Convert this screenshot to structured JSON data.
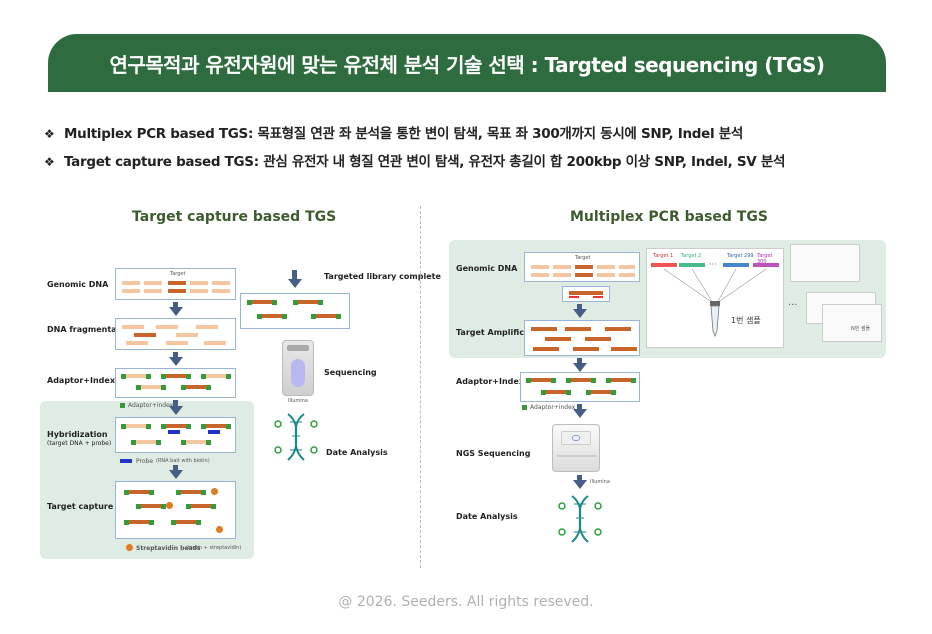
{
  "header": {
    "title": "연구목적과 유전자원에 맞는 유전체 분석 기술 선택 : Targted sequencing (TGS)"
  },
  "bullets": [
    {
      "mark": "❖",
      "text": "Multiplex PCR based TGS: 목표형질 연관 좌 분석을 통한 변이 탐색, 목표 좌 300개까지 동시에 SNP, Indel 분석"
    },
    {
      "mark": "❖",
      "text": "Target capture based TGS: 관심 유전자 내 형질 연관 변이 탐색, 유전자 총길이 합 200kbp 이상 SNP, Indel, SV 분석"
    }
  ],
  "left_panel": {
    "title": "Target capture based TGS",
    "steps": {
      "genomic": "Genomic DNA",
      "fragmentation": "DNA fragmentation",
      "adaptor": "Adaptor+Index ligation",
      "hybrid": "Hybridization",
      "hybrid_sub": "(target DNA + probe)",
      "capture": "Target capture & wash",
      "library": "Targeted library complete",
      "sequencing": "Sequencing",
      "analysis": "Date Analysis"
    },
    "labels": {
      "target": "Target",
      "adaptor_index": "Adaptor+index",
      "probe": "Probe",
      "probe_sub": "(RNA bait with biotin)",
      "beads": "Streptavidin beads",
      "beads_sub": "(biotin + streptavidin)",
      "illumina": "Illumina"
    }
  },
  "right_panel": {
    "title": "Multiplex PCR based TGS",
    "steps": {
      "genomic": "Genomic DNA",
      "amplification": "Target Amplification",
      "adaptor": "Adaptor+Index ligation",
      "ngs": "NGS Sequencing",
      "analysis": "Date Analysis"
    },
    "labels": {
      "target": "Target",
      "adaptor_index": "Adaptor+index",
      "illumina": "Illumina",
      "sample_1": "1번 샘플",
      "sample_n": "N번 샘플",
      "target_1": "Target 1",
      "target_2": "Target 2",
      "target_299": "Target 299",
      "target_300": "Target 300",
      "ellipsis": "···"
    }
  },
  "footer": {
    "copyright": "@ 2026. Seeders. All rights reseved."
  },
  "colors": {
    "banner": "#2e6b3e",
    "panel_title": "#3e5b2f",
    "shade": "#dfece3",
    "fragment_dark": "#c8652a",
    "fragment_light": "#f4c6a0"
  }
}
